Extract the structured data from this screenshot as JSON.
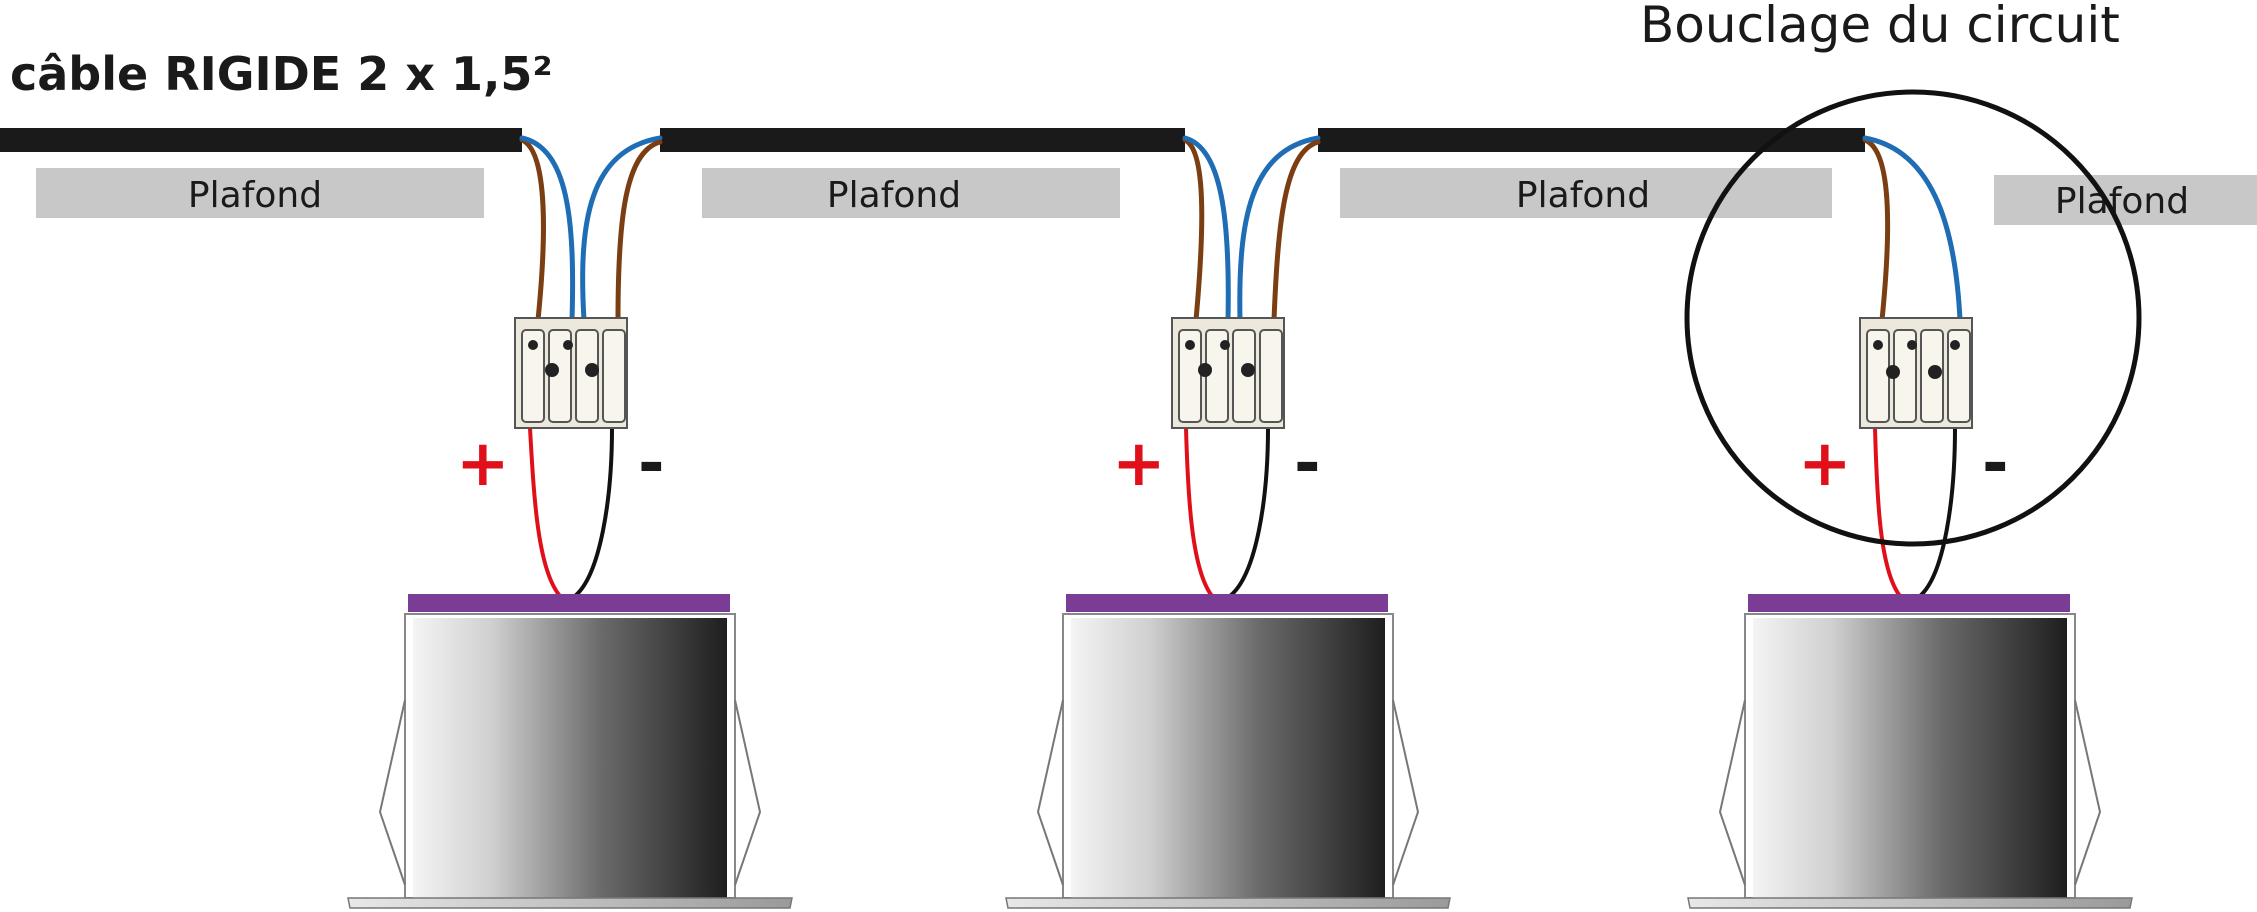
{
  "title": "câble RIGIDE 2 x 1,5²",
  "loop_label": "Bouclage du circuit",
  "ceiling_labels": [
    "Plafond",
    "Plafond",
    "Plafond",
    "Plafond"
  ],
  "polarity": {
    "plus": "+",
    "minus": "-"
  },
  "colors": {
    "cable": "#1a1a1a",
    "ceiling": "#c8c8c8",
    "brown_wire": "#7a3e12",
    "blue_wire": "#1f6db4",
    "red_wire": "#e0101a",
    "black_wire": "#111111",
    "plus_sign": "#e0101a",
    "fixture_trim": "#7a3c95"
  }
}
